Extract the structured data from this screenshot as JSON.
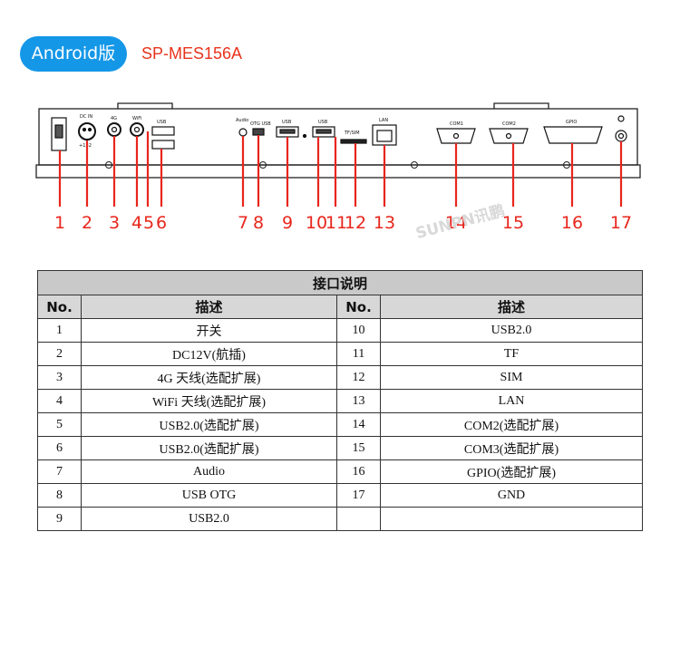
{
  "header": {
    "platform_badge": "Android版",
    "model_name": "SP-MES156A"
  },
  "diagram": {
    "callout_numbers": [
      "1",
      "2",
      "3",
      "4",
      "5",
      "6",
      "7",
      "8",
      "9",
      "10",
      "11",
      "12",
      "13",
      "14",
      "15",
      "16",
      "17"
    ],
    "port_labels": {
      "dc_in": "DC IN",
      "polarity": "+1 -2",
      "antenna_4g": "4G",
      "antenna_wifi": "WiFi",
      "usb_left": "USB",
      "audio": "Audio",
      "otg": "OTG USB",
      "usb_9": "USB",
      "usb_10": "USB",
      "tf_sim": "TF/SIM",
      "lan": "LAN",
      "com1": "COM1",
      "com2": "COM2",
      "gpio": "GPIO"
    },
    "watermark": "SUNPN讯鹏"
  },
  "table": {
    "title": "接口说明",
    "headers": [
      "No.",
      "描述",
      "No.",
      "描述"
    ],
    "rows": [
      [
        "1",
        "开关",
        "10",
        "USB2.0"
      ],
      [
        "2",
        "DC12V(航插)",
        "11",
        "TF"
      ],
      [
        "3",
        "4G 天线(选配扩展)",
        "12",
        "SIM"
      ],
      [
        "4",
        "WiFi 天线(选配扩展)",
        "13",
        "LAN"
      ],
      [
        "5",
        "USB2.0(选配扩展)",
        "14",
        "COM2(选配扩展)"
      ],
      [
        "6",
        "USB2.0(选配扩展)",
        "15",
        "COM3(选配扩展)"
      ],
      [
        "7",
        "Audio",
        "16",
        "GPIO(选配扩展)"
      ],
      [
        "8",
        "USB OTG",
        "17",
        "GND"
      ],
      [
        "9",
        "USB2.0",
        "",
        ""
      ]
    ]
  },
  "colors": {
    "badge_bg": "#1597e8",
    "model_text": "#e8331c",
    "callout": "#e8261c",
    "header_bg": "#d7d7d7"
  }
}
